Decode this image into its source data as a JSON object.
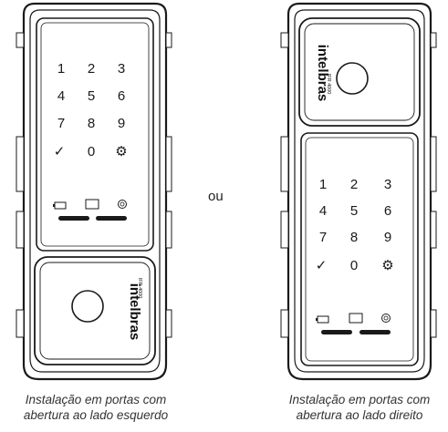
{
  "keypad_rows": [
    [
      "1",
      "2",
      "3"
    ],
    [
      "4",
      "5",
      "6"
    ],
    [
      "7",
      "8",
      "9"
    ],
    [
      "✓",
      "0",
      "⚙"
    ]
  ],
  "brand": "intelbras",
  "model": "IFR 4000",
  "separator": "ou",
  "captions": {
    "left": [
      "Instalação em portas com",
      "abertura ao lado esquerdo"
    ],
    "right": [
      "Instalação em portas com",
      "abertura ao lado direito"
    ]
  },
  "icons": [
    "battery-icon",
    "card-icon",
    "fingerprint-sensor-icon",
    "settings-icon",
    "check-icon"
  ]
}
